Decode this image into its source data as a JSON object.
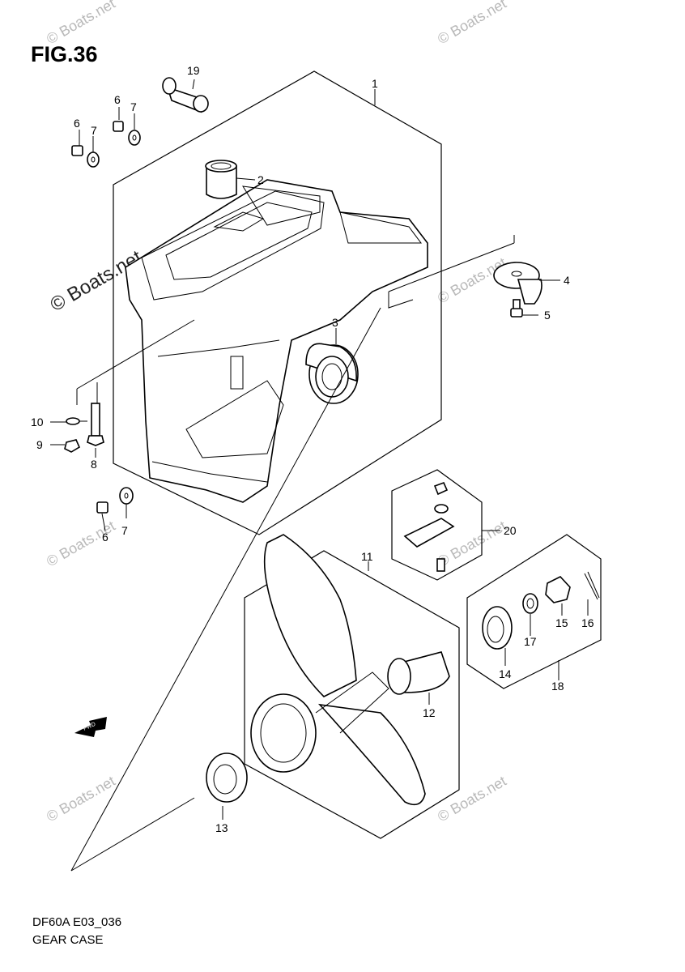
{
  "figure": {
    "title": "FIG.36"
  },
  "footer": {
    "code": "DF60A E03_036",
    "name": "GEAR CASE"
  },
  "watermark": {
    "text": "© Boats.net"
  },
  "fwd_label": "FWD",
  "callouts": [
    "1",
    "2",
    "3",
    "4",
    "5",
    "6",
    "7",
    "6",
    "7",
    "8",
    "9",
    "10",
    "6",
    "7",
    "11",
    "12",
    "13",
    "14",
    "15",
    "16",
    "17",
    "18",
    "19",
    "20"
  ]
}
